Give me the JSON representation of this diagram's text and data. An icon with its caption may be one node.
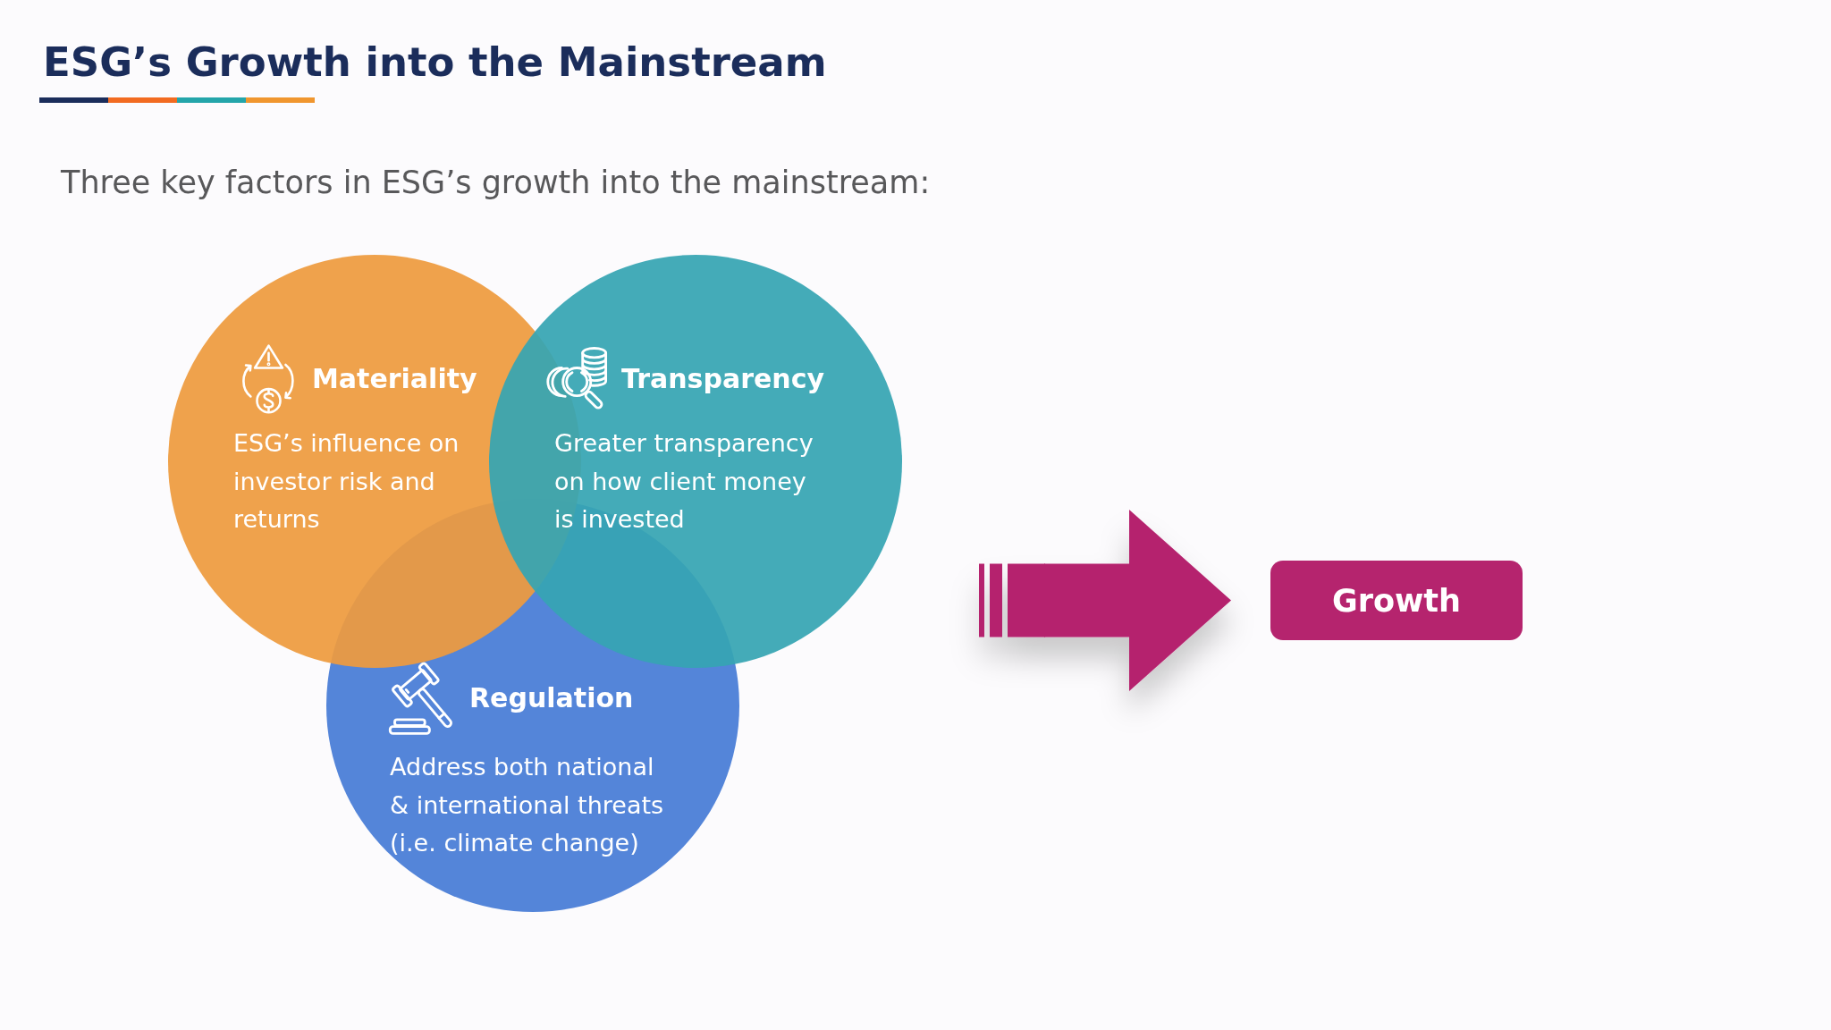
{
  "diagram": {
    "title": "ESG’s Growth into the Mainstream",
    "nodes": [
      {
        "text": [
          "Materiality",
          "ESG’s influence on investor risk and returns"
        ]
      },
      {
        "text": [
          "Transparency",
          "Greater transparency on how client money is invested"
        ]
      },
      {
        "text": [
          "Regulation",
          "Address both national & international threats (i.e. climate change)"
        ]
      },
      {
        "text": [
          "Growth"
        ]
      }
    ],
    "edges": [
      {
        "from": null,
        "to": 3,
        "arrow": "to"
      }
    ],
    "labels": [
      "Three key factors in ESG’s growth into the mainstream:"
    ]
  }
}
